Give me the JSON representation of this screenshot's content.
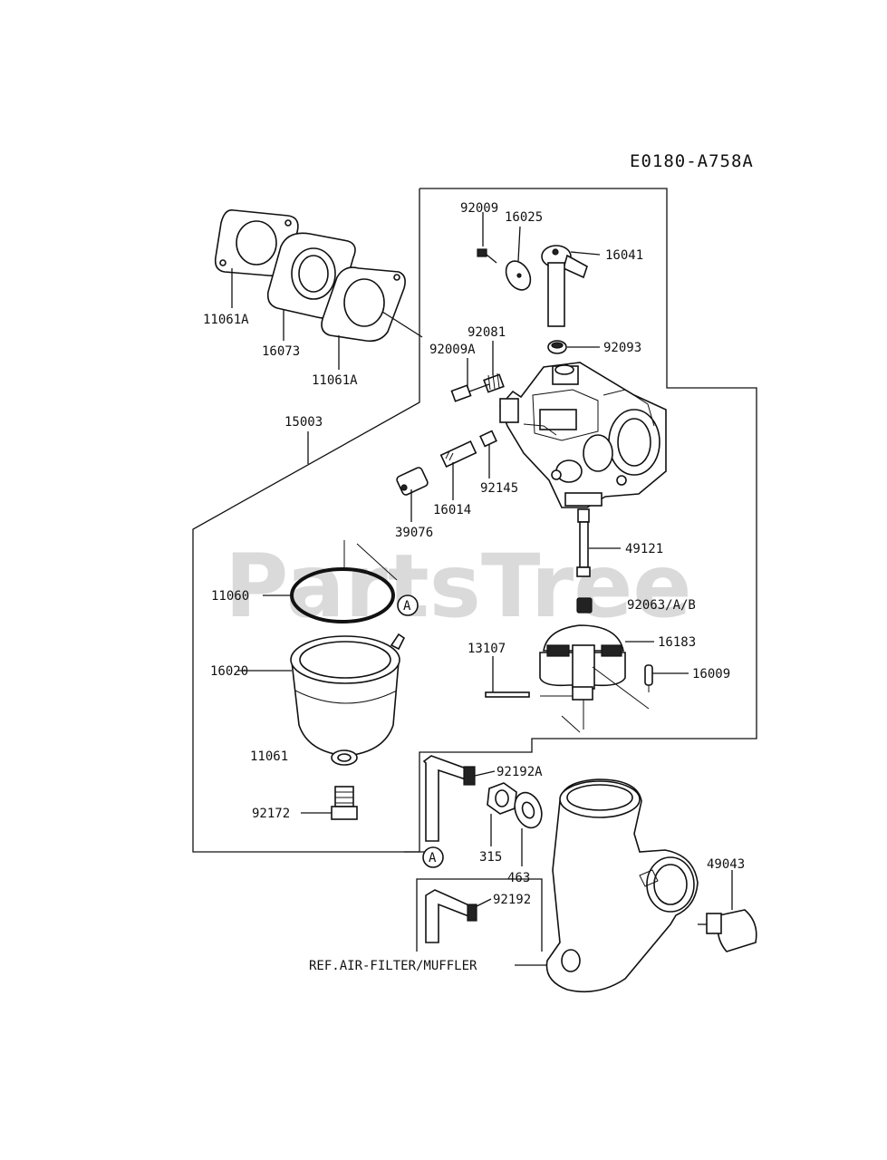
{
  "diagram_code": "E0180-A758A",
  "watermark": "PartsTree",
  "callout_marker": "A",
  "parts": {
    "p92009": "92009",
    "p16025": "16025",
    "p16041": "16041",
    "p11061A_1": "11061A",
    "p16073": "16073",
    "p11061A_2": "11061A",
    "p92009A": "92009A",
    "p92081": "92081",
    "p92093": "92093",
    "p15003": "15003",
    "p92145": "92145",
    "p16014": "16014",
    "p39076": "39076",
    "p49121": "49121",
    "p11060": "11060",
    "p92063": "92063/A/B",
    "p16020": "16020",
    "p13107": "13107",
    "p16183": "16183",
    "p16009": "16009",
    "p11061": "11061",
    "p92192A": "92192A",
    "p92172": "92172",
    "p315": "315",
    "p463": "463",
    "p49043": "49043",
    "p92192": "92192",
    "ref_air_filter": "REF.AIR-FILTER/MUFFLER"
  }
}
